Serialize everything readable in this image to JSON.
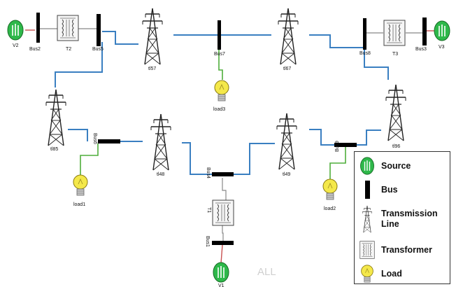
{
  "diagram": {
    "sources": [
      "V2",
      "V3",
      "V1"
    ],
    "buses": [
      "Bus2",
      "Bus5",
      "Bus7",
      "Bus8",
      "Bus3",
      "Bus6",
      "Bus9",
      "Bus4",
      "Bus1"
    ],
    "transformers": [
      "T2",
      "T3",
      "T1"
    ],
    "towers": [
      "tl57",
      "tl67",
      "tl85",
      "tl96",
      "tl48",
      "tl49"
    ],
    "loads": [
      "load3",
      "load1",
      "load2"
    ],
    "watermark": "ALL"
  },
  "legend": {
    "items": [
      {
        "label": "Source",
        "icon": "source-icon"
      },
      {
        "label": "Bus",
        "icon": "bus-icon"
      },
      {
        "label": "Transmission Line",
        "line1": "Transmission",
        "line2": "Line",
        "icon": "tower-icon"
      },
      {
        "label": "Transformer",
        "icon": "transformer-icon"
      },
      {
        "label": "Load",
        "icon": "bulb-icon"
      }
    ]
  },
  "colors": {
    "line": "#3a7fc1",
    "load_line": "#4fae3b",
    "source_line": "#c85050",
    "bus": "#000000",
    "source": "#2eb84a"
  }
}
